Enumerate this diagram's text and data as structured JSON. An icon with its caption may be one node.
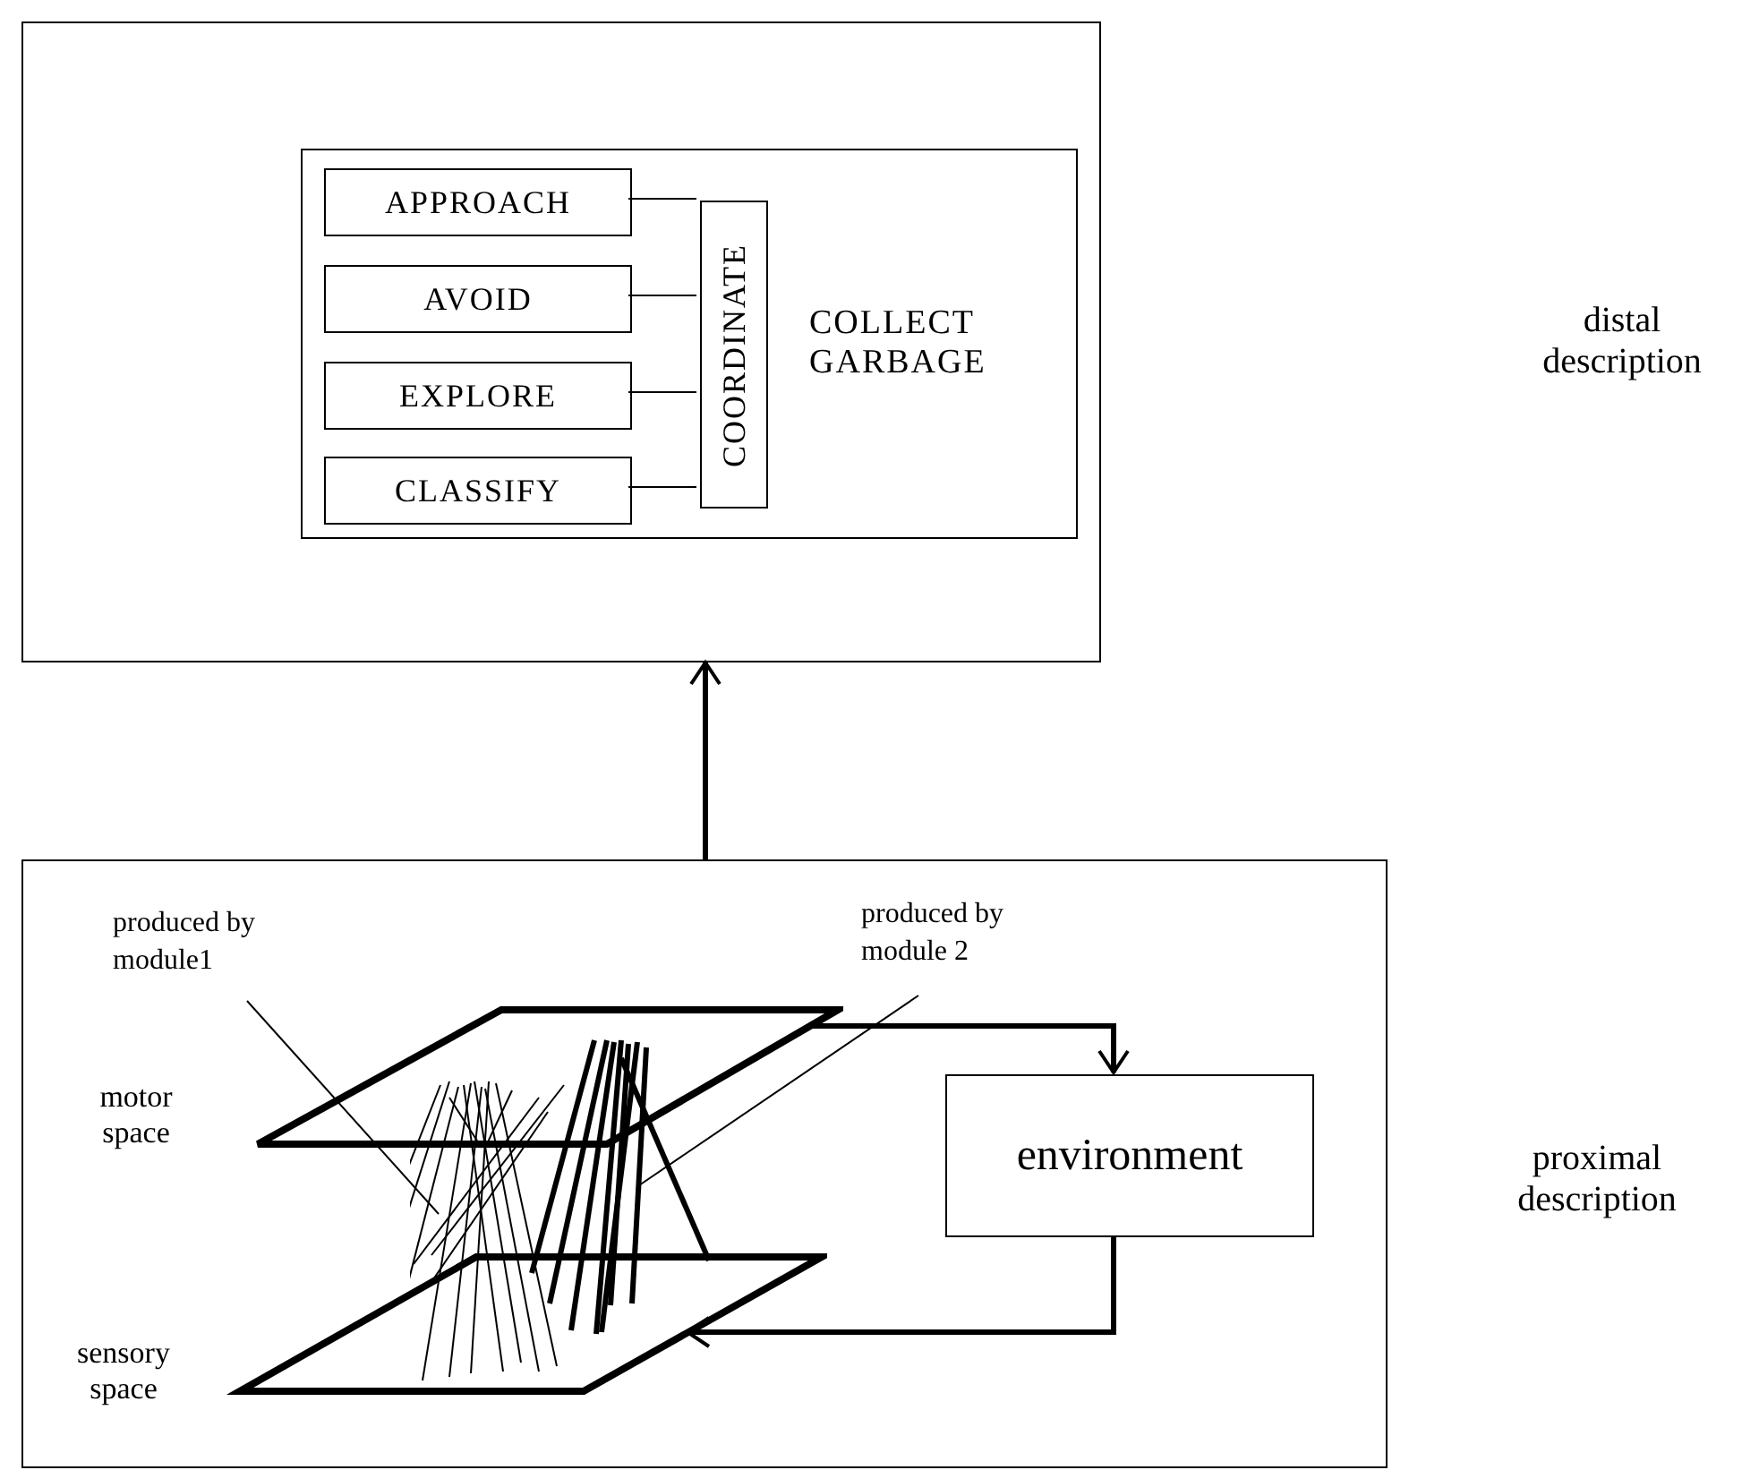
{
  "diagram": {
    "nodes": [
      {
        "text": [],
        "shape": "box"
      },
      {
        "text": [
          "COLLECT GARBAGE"
        ],
        "in": 0
      },
      {
        "text": [
          "APPROACH"
        ],
        "in": 1
      },
      {
        "text": [
          "AVOID"
        ],
        "in": 1
      },
      {
        "text": [
          "EXPLORE"
        ],
        "in": 1
      },
      {
        "text": [
          "CLASSIFY"
        ],
        "in": 1
      },
      {
        "text": [
          "COORDINATE"
        ],
        "in": 1
      },
      {
        "text": [],
        "shape": "box"
      },
      {
        "text": [
          "motor space"
        ],
        "in": 7
      },
      {
        "text": [
          "sensory space"
        ],
        "in": 7
      },
      {
        "text": [
          "produced by module1"
        ],
        "in": 7
      },
      {
        "text": [
          "produced by module 2"
        ],
        "in": 7
      },
      {
        "text": [],
        "shape": "lines",
        "in": 7
      },
      {
        "text": [],
        "shape": "lines",
        "in": 7
      },
      {
        "text": [
          "environment"
        ],
        "in": 7
      }
    ],
    "edges": [
      {
        "from": 2,
        "to": 6,
        "arrow": "none"
      },
      {
        "from": 3,
        "to": 6,
        "arrow": "none"
      },
      {
        "from": 4,
        "to": 6,
        "arrow": "none"
      },
      {
        "from": 5,
        "to": 6,
        "arrow": "none"
      },
      {
        "from": 7,
        "to": 0,
        "arrow": "to",
        "style": "thick"
      },
      {
        "from": 8,
        "to": 14,
        "arrow": "to",
        "style": "thick"
      },
      {
        "from": 14,
        "to": 9,
        "arrow": "to",
        "style": "thick"
      },
      {
        "from": 10,
        "to": 12,
        "arrow": "none"
      },
      {
        "from": 11,
        "to": 13,
        "arrow": "none"
      }
    ],
    "labels": [
      "distal description",
      "proximal description"
    ]
  }
}
